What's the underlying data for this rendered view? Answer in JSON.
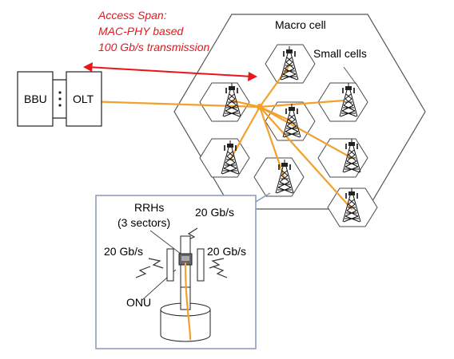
{
  "access_span": {
    "line1": "Access Span:",
    "line2": "MAC-PHY based",
    "line3": "100 Gb/s transmission"
  },
  "labels": {
    "macro_cell": "Macro cell",
    "small_cells": "Small cells",
    "bbu": "BBU",
    "olt": "OLT",
    "rrhs_line1": "RRHs",
    "rrhs_line2": "(3 sectors)",
    "rate_top": "20 Gb/s",
    "rate_left": "20 Gb/s",
    "rate_right": "20 Gb/s",
    "onu": "ONU"
  },
  "colors": {
    "fiber": "#f3a02c",
    "access_span": "#e8151b",
    "inset_border": "#8899bb"
  },
  "counts": {
    "small_cells": 8
  }
}
